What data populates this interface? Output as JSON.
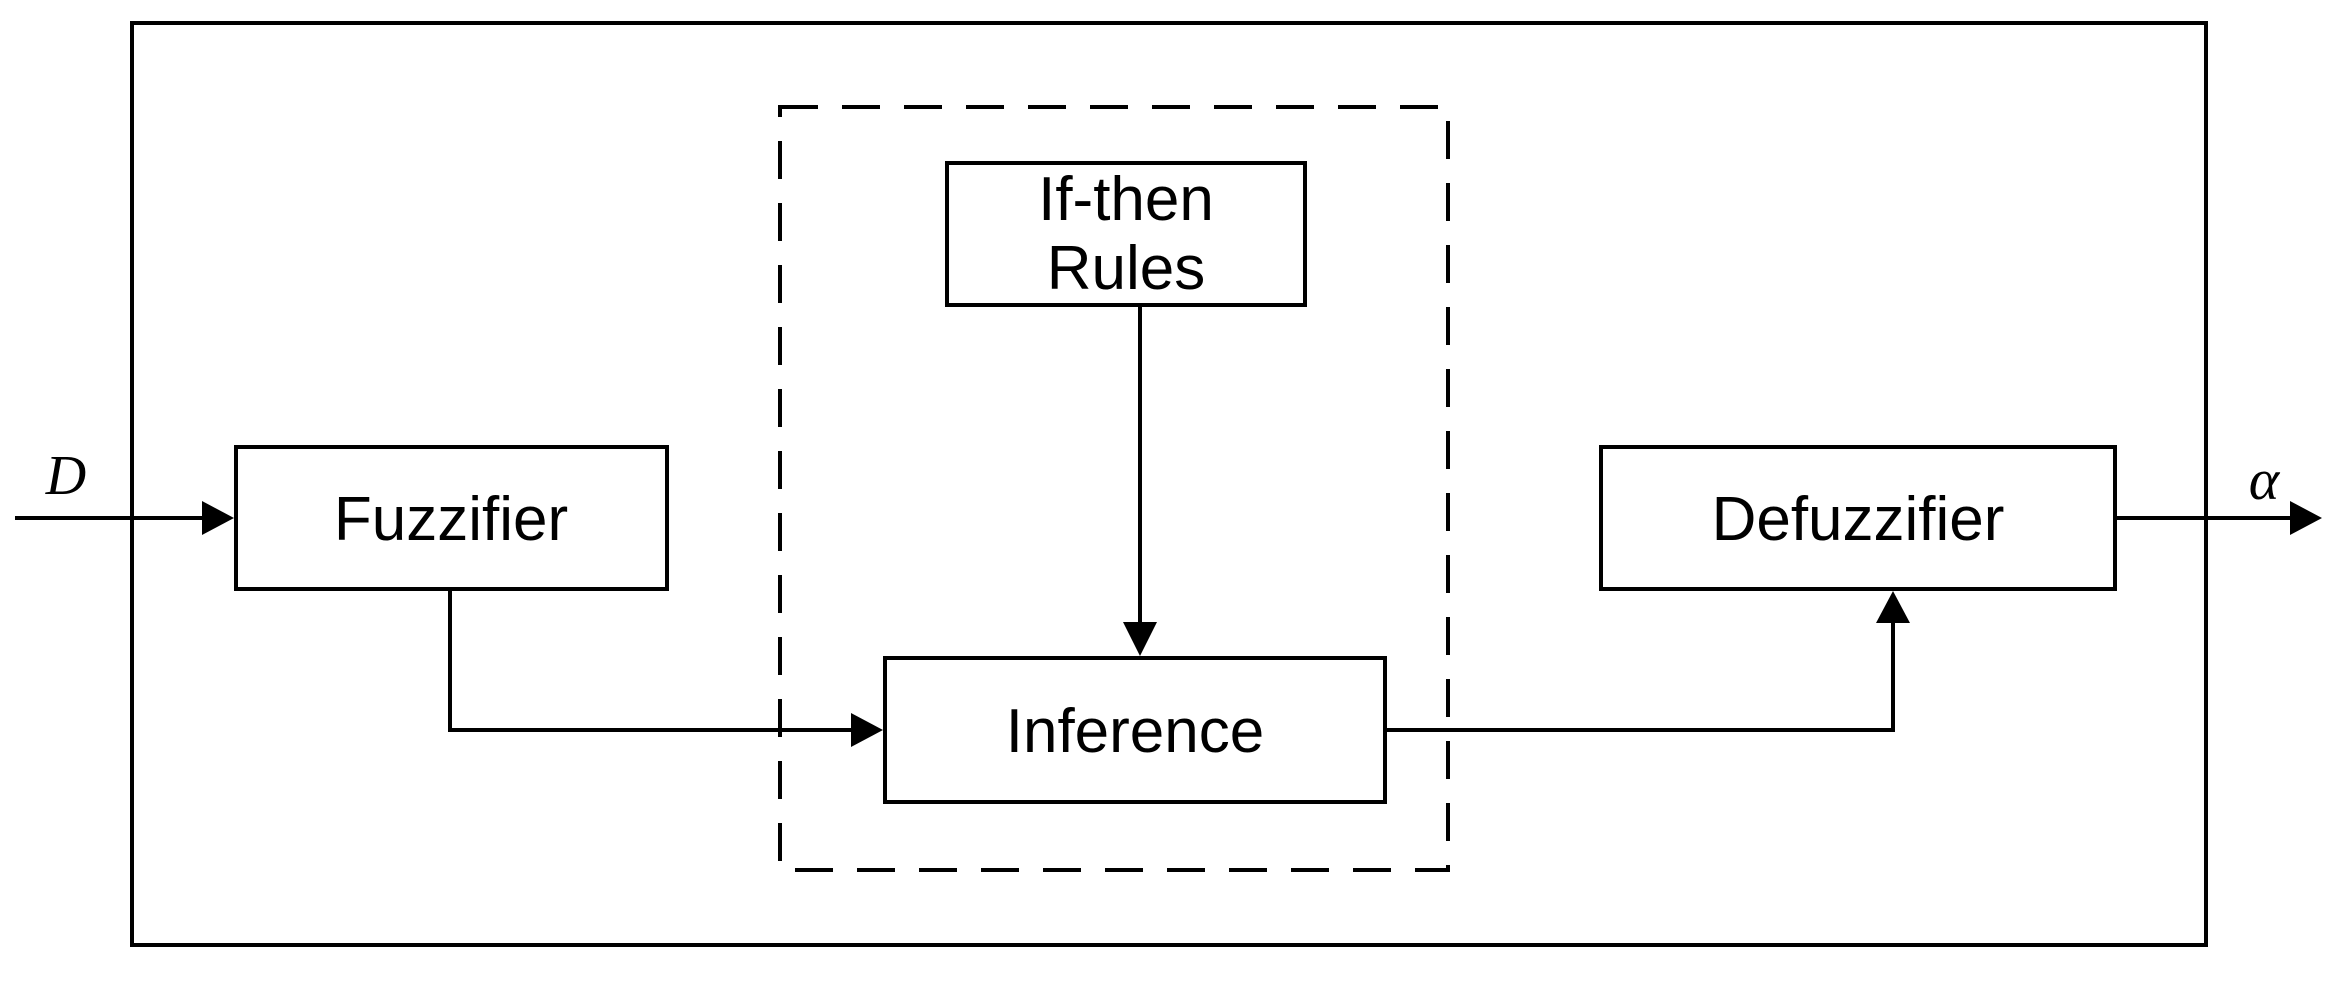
{
  "diagram": {
    "type": "block-diagram",
    "subject": "fuzzy-logic-system",
    "colors": {
      "line": "#000000",
      "background": "#ffffff"
    },
    "input": {
      "label": "D"
    },
    "output": {
      "label": "α"
    },
    "nodes": {
      "fuzzifier": {
        "label": "Fuzzifier"
      },
      "rules": {
        "label_line1": "If-then",
        "label_line2": "Rules"
      },
      "inference": {
        "label": "Inference"
      },
      "defuzzifier": {
        "label": "Defuzzifier"
      }
    },
    "edges": [
      {
        "from": "D",
        "to": "Fuzzifier"
      },
      {
        "from": "Fuzzifier",
        "to": "Inference"
      },
      {
        "from": "If-then Rules",
        "to": "Inference"
      },
      {
        "from": "Inference",
        "to": "Defuzzifier"
      },
      {
        "from": "Defuzzifier",
        "to": "α"
      }
    ]
  }
}
